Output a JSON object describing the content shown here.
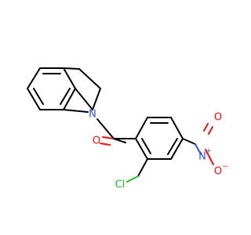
{
  "molecule": {
    "atoms": {
      "n_indoline": {
        "symbol": "N",
        "color": "#3050f8"
      },
      "o_carbonyl": {
        "symbol": "O",
        "color": "#ff0d0d"
      },
      "cl": {
        "symbol": "Cl",
        "color": "#1fc01f"
      },
      "n_nitro": {
        "symbol": "N",
        "charge": "+",
        "color": "#3050f8"
      },
      "o_nitro_top": {
        "symbol": "O",
        "color": "#ff0d0d"
      },
      "o_nitro_bottom": {
        "symbol": "O",
        "charge": "−",
        "color": "#ff0d0d"
      }
    }
  }
}
